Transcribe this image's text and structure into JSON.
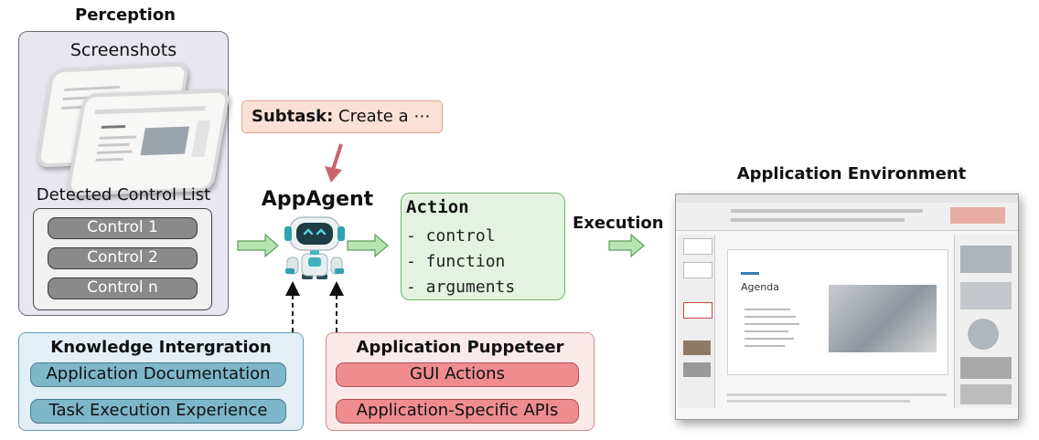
{
  "perception": {
    "title": "Perception",
    "screenshots_label": "Screenshots",
    "control_list_label": "Detected Control List",
    "controls": [
      "Control 1",
      "Control 2",
      "Control n"
    ]
  },
  "subtask": {
    "prefix": "Subtask:",
    "text": "Create a ⋯"
  },
  "agent": {
    "title": "AppAgent",
    "icon": "robot-icon"
  },
  "action": {
    "title": "Action",
    "items": [
      "- control",
      "- function",
      "- arguments"
    ]
  },
  "execution_label": "Execution",
  "knowledge": {
    "title": "Knowledge Intergration",
    "items": [
      "Application Documentation",
      "Task Execution Experience"
    ]
  },
  "puppeteer": {
    "title": "Application Puppeteer",
    "items": [
      "GUI Actions",
      "Application-Specific APIs"
    ]
  },
  "environment": {
    "title": "Application Environment",
    "slide_title": "Agenda"
  },
  "colors": {
    "perception_bg": "#e8e6ef",
    "subtask_bg": "#fbe1d5",
    "action_bg": "#e3f3df",
    "knowledge_pill": "#7db7c9",
    "puppeteer_pill": "#ee8c90",
    "arrow_green": "#b9e3b3",
    "arrow_red": "#c9636b"
  }
}
